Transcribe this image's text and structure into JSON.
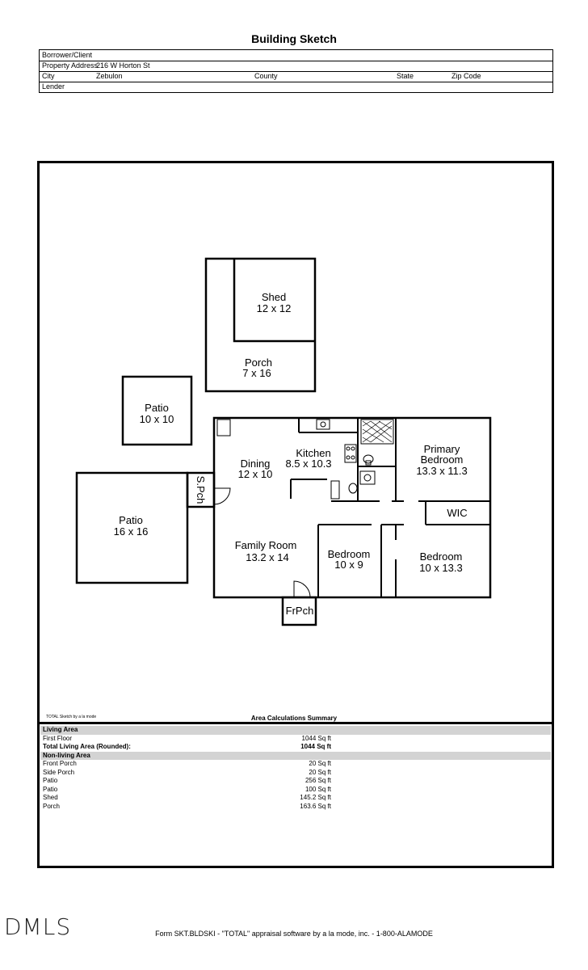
{
  "header": {
    "title": "Building Sketch"
  },
  "info": {
    "borrower_label": "Borrower/Client",
    "borrower_value": "",
    "address_label": "Property Address",
    "address_value": "216 W Horton St",
    "city_label": "City",
    "city_value": "Zebulon",
    "county_label": "County",
    "county_value": "",
    "state_label": "State",
    "state_value": "",
    "zip_label": "Zip Code",
    "zip_value": "",
    "lender_label": "Lender",
    "lender_value": ""
  },
  "rooms": {
    "shed_name": "Shed",
    "shed_dim": "12 x 12",
    "porch_name": "Porch",
    "porch_dim": "7 x 16",
    "patio_small_name": "Patio",
    "patio_small_dim": "10 x 10",
    "patio_large_name": "Patio",
    "patio_large_dim": "16 x 16",
    "side_porch": "S.Pch",
    "dining_name": "Dining",
    "dining_dim": "12 x 10",
    "kitchen_name": "Kitchen",
    "kitchen_dim": "8.5 x 10.3",
    "primary_name_1": "Primary",
    "primary_name_2": "Bedroom",
    "primary_dim": "13.3 x 11.3",
    "wic": "WIC",
    "family_name": "Family Room",
    "family_dim": "13.2 x 14",
    "bedroom1_name": "Bedroom",
    "bedroom1_dim": "10 x 9",
    "bedroom2_name": "Bedroom",
    "bedroom2_dim": "10 x 13.3",
    "front_porch": "FrPch"
  },
  "summary": {
    "credit": "TOTAL Sketch by a la mode",
    "title": "Area Calculations Summary",
    "living_header": "Living Area",
    "first_floor_label": "First Floor",
    "first_floor_value": "1044 Sq ft",
    "total_label": "Total Living Area (Rounded):",
    "total_value": "1044 Sq ft",
    "nonliving_header": "Non-living Area",
    "nonliving_items": [
      {
        "label": "Front Porch",
        "value": "20 Sq ft"
      },
      {
        "label": "Side Porch",
        "value": "20 Sq ft"
      },
      {
        "label": "Patio",
        "value": "256 Sq ft"
      },
      {
        "label": "Patio",
        "value": "100 Sq ft"
      },
      {
        "label": "Shed",
        "value": "145.2 Sq ft"
      },
      {
        "label": "Porch",
        "value": "163.6 Sq ft"
      }
    ]
  },
  "branding": {
    "logo_text": "DMLS"
  },
  "footer": {
    "text": "Form SKT.BLDSKI - \"TOTAL\" appraisal software by a la mode, inc. - 1-800-ALAMODE"
  }
}
